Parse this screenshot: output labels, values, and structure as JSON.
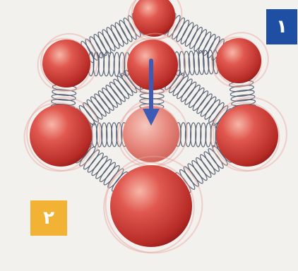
{
  "figure": {
    "icons": [
      "sphere-atom",
      "spring-bond",
      "arrow-down"
    ],
    "colors": {
      "background": "#f3f1ee",
      "sphere": "#d8463f",
      "sphere_highlight": "#f7b6a8",
      "sphere_shadow": "#9b1f1c",
      "spring": "#4a5568",
      "arrow": "#3d5bb5"
    }
  },
  "labels": {
    "label_1": {
      "text": "١",
      "color": "#1f4fa3"
    },
    "label_2": {
      "text": "٢",
      "color": "#f2b233"
    }
  }
}
